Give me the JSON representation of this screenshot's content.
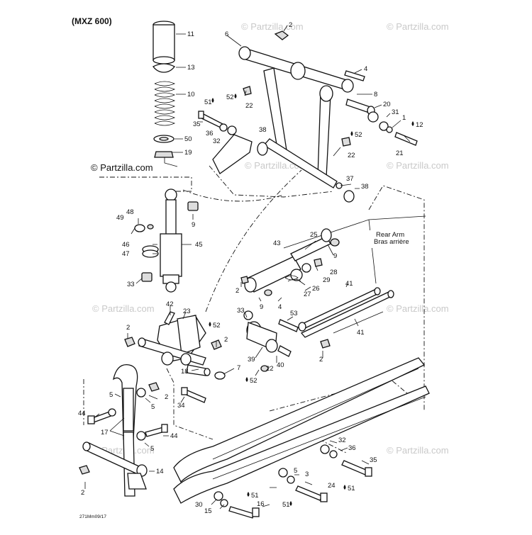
{
  "model_label": "(MXZ 600)",
  "drawing_code": "271Mm09/17",
  "watermark": "© Partzilla.com",
  "rear_arm_label": {
    "en": "Rear Arm",
    "fr": "Bras arrière"
  },
  "callouts": {
    "c2a": "2",
    "c6": "6",
    "c11": "11",
    "c13": "13",
    "c10": "10",
    "c50": "50",
    "c19": "19",
    "c4a": "4",
    "c8": "8",
    "c51a": "51",
    "c52a": "52",
    "c22a": "22",
    "c35a": "35",
    "c36a": "36",
    "c32a": "32",
    "c38a": "38",
    "c20": "20",
    "c31": "31",
    "c1": "1",
    "c12": "12",
    "c52b": "52",
    "c22b": "22",
    "c21": "21",
    "c37": "37",
    "c38b": "38",
    "c48": "48",
    "c49": "49",
    "c9a": "9",
    "c46": "46",
    "c47": "47",
    "c45": "45",
    "c33a": "33",
    "c25": "25",
    "c43": "43",
    "c9b": "9",
    "c28": "28",
    "c29": "29",
    "c26": "26",
    "c27": "27",
    "c2b": "2",
    "c9c": "9",
    "c4b": "4",
    "c41a": "41",
    "c41b": "41",
    "c42": "42",
    "c23": "23",
    "c52c": "52",
    "c2c": "2",
    "c2d": "2",
    "c33b": "33",
    "c53": "53",
    "c39": "39",
    "c22c": "22",
    "c40": "40",
    "c52d": "52",
    "c2e": "2",
    "c18": "18",
    "c7": "7",
    "c5a": "5",
    "c2f": "2",
    "c5b": "5",
    "c44a": "44",
    "c34": "34",
    "c17": "17",
    "c44b": "44",
    "c5c": "5",
    "c14": "14",
    "c2g": "2",
    "c32b": "32",
    "c36b": "36",
    "c3": "3",
    "c35b": "35",
    "c5d": "5",
    "c24": "24",
    "c51b": "51",
    "c51c": "51",
    "c30": "30",
    "c16": "16",
    "c15": "15",
    "c51d": "51"
  }
}
